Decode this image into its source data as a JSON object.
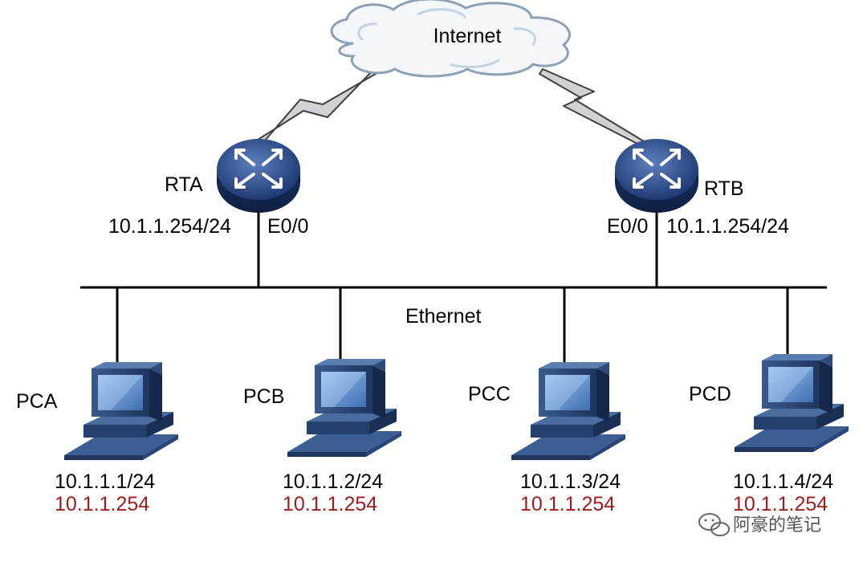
{
  "colors": {
    "gateway_text": "#a01c1c",
    "router_body": "#24407a",
    "pc_body": "#2c4a7a",
    "cloud_fill": "#f4f7fa"
  },
  "cloud": {
    "label": "Internet",
    "icon": "cloud-icon"
  },
  "routers": [
    {
      "name": "RTA",
      "interface": "E0/0",
      "ip": "10.1.1.254/24",
      "icon": "router-icon"
    },
    {
      "name": "RTB",
      "interface": "E0/0",
      "ip": "10.1.1.254/24",
      "icon": "router-icon"
    }
  ],
  "network": {
    "label": "Ethernet"
  },
  "hosts": [
    {
      "name": "PCA",
      "ip": "10.1.1.1/24",
      "gateway": "10.1.1.254",
      "icon": "computer-icon"
    },
    {
      "name": "PCB",
      "ip": "10.1.1.2/24",
      "gateway": "10.1.1.254",
      "icon": "computer-icon"
    },
    {
      "name": "PCC",
      "ip": "10.1.1.3/24",
      "gateway": "10.1.1.254",
      "icon": "computer-icon"
    },
    {
      "name": "PCD",
      "ip": "10.1.1.4/24",
      "gateway": "10.1.1.254",
      "icon": "computer-icon"
    }
  ],
  "watermark": {
    "text": "阿豪的笔记",
    "icon": "wechat-icon"
  }
}
